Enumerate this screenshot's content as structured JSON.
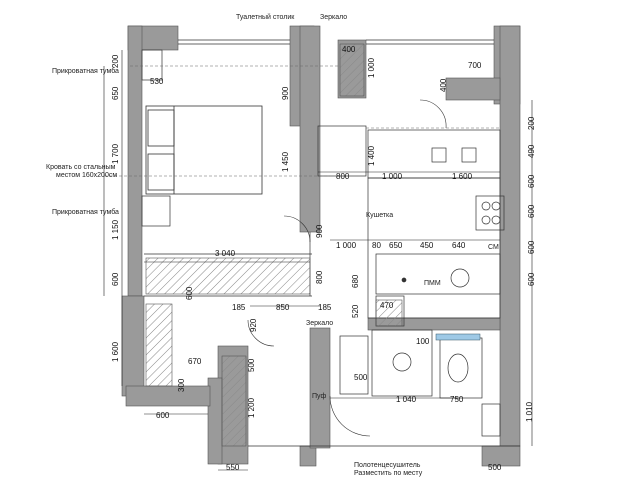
{
  "labels": {
    "vanity_table": "Туалетный столик",
    "mirror_top": "Зеркало",
    "bedside_1": "Прикроватная тумба",
    "bed_line1": "Кровать со стальным",
    "bed_line2": "местом 160х200см",
    "bedside_2": "Прикроватная тумба",
    "kitchen_seat": "Кушетка",
    "mirror_bottom": "Зеркало",
    "pipe": "Пуф",
    "towel_line1": "Полотенцесушитель",
    "towel_line2": "Разместить по месту",
    "appliance_mark": "СМ",
    "washer_mark": "ПММ"
  },
  "dimensions": {
    "d200": "200",
    "d530": "530",
    "d650": "650",
    "d1700": "1 700",
    "d1150": "1 150",
    "d600a": "600",
    "d1600a": "1 600",
    "d600b": "600",
    "d900a": "900",
    "d1450": "1 450",
    "d400a": "400",
    "d1000a": "1 000",
    "d700": "700",
    "d400b": "400",
    "d800a": "800",
    "d1400": "1 400",
    "d1000b": "1 000",
    "d1600b": "1 600",
    "d200b": "200",
    "d490": "490",
    "d600c": "600",
    "d600d": "600",
    "d600e": "600",
    "d600f": "600",
    "d900b": "900",
    "d3040": "3 040",
    "d1000c": "1 000",
    "d80": "80",
    "d650b": "650",
    "d450": "450",
    "d640": "640",
    "d800b": "800",
    "d680": "680",
    "d520": "520",
    "d470": "470",
    "d185a": "185",
    "d850": "850",
    "d185b": "185",
    "d920": "920",
    "d670": "670",
    "d300": "300",
    "d500a": "500",
    "d500b": "500",
    "d1200": "1 200",
    "d1040": "1 040",
    "d750": "750",
    "d100": "100",
    "d1010": "1 010",
    "d550": "550",
    "d500c": "500",
    "d600g": "600"
  }
}
